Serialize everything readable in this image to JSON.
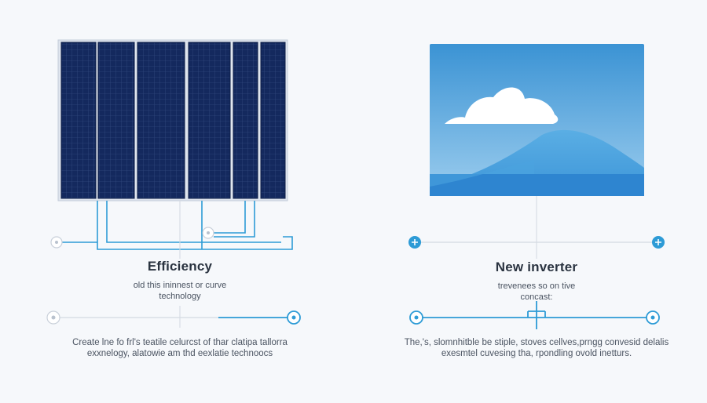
{
  "colors": {
    "background": "#f6f8fb",
    "panel_dark": "#0f2456",
    "panel_frame": "#c9d2de",
    "wire": "#2d9bd6",
    "axis": "#cfd6df",
    "sky_top": "#3d96d6",
    "sky_bottom": "#8ec7ee",
    "mountain": "#4ba3df",
    "sea": "#2d86d1",
    "cloud": "#ffffff"
  },
  "icons": {
    "left_panel": "solar-panel-icon",
    "right_image": "landscape-image-icon",
    "right_marker": "inverter-marker-icon"
  },
  "left": {
    "heading": "Efficiency",
    "subtitle_line1": "old this ininnest or curve",
    "subtitle_line2": "technology",
    "caption_line1": "Create lne fo frl's teatile celurcst of thar clatipa tallorra",
    "caption_line2": "exxnelogy, alatowie am thd eexlatie technoocs"
  },
  "right": {
    "heading": "New inverter",
    "subtitle_line1": "trevenees so on tive",
    "subtitle_line2": "concast:",
    "caption_line1": "The,'s, slomnhitble be stiple, stoves cellves,prngg convesid delalis",
    "caption_line2": "exesmtel cuvesing tha, rpondling ovold inetturs."
  }
}
